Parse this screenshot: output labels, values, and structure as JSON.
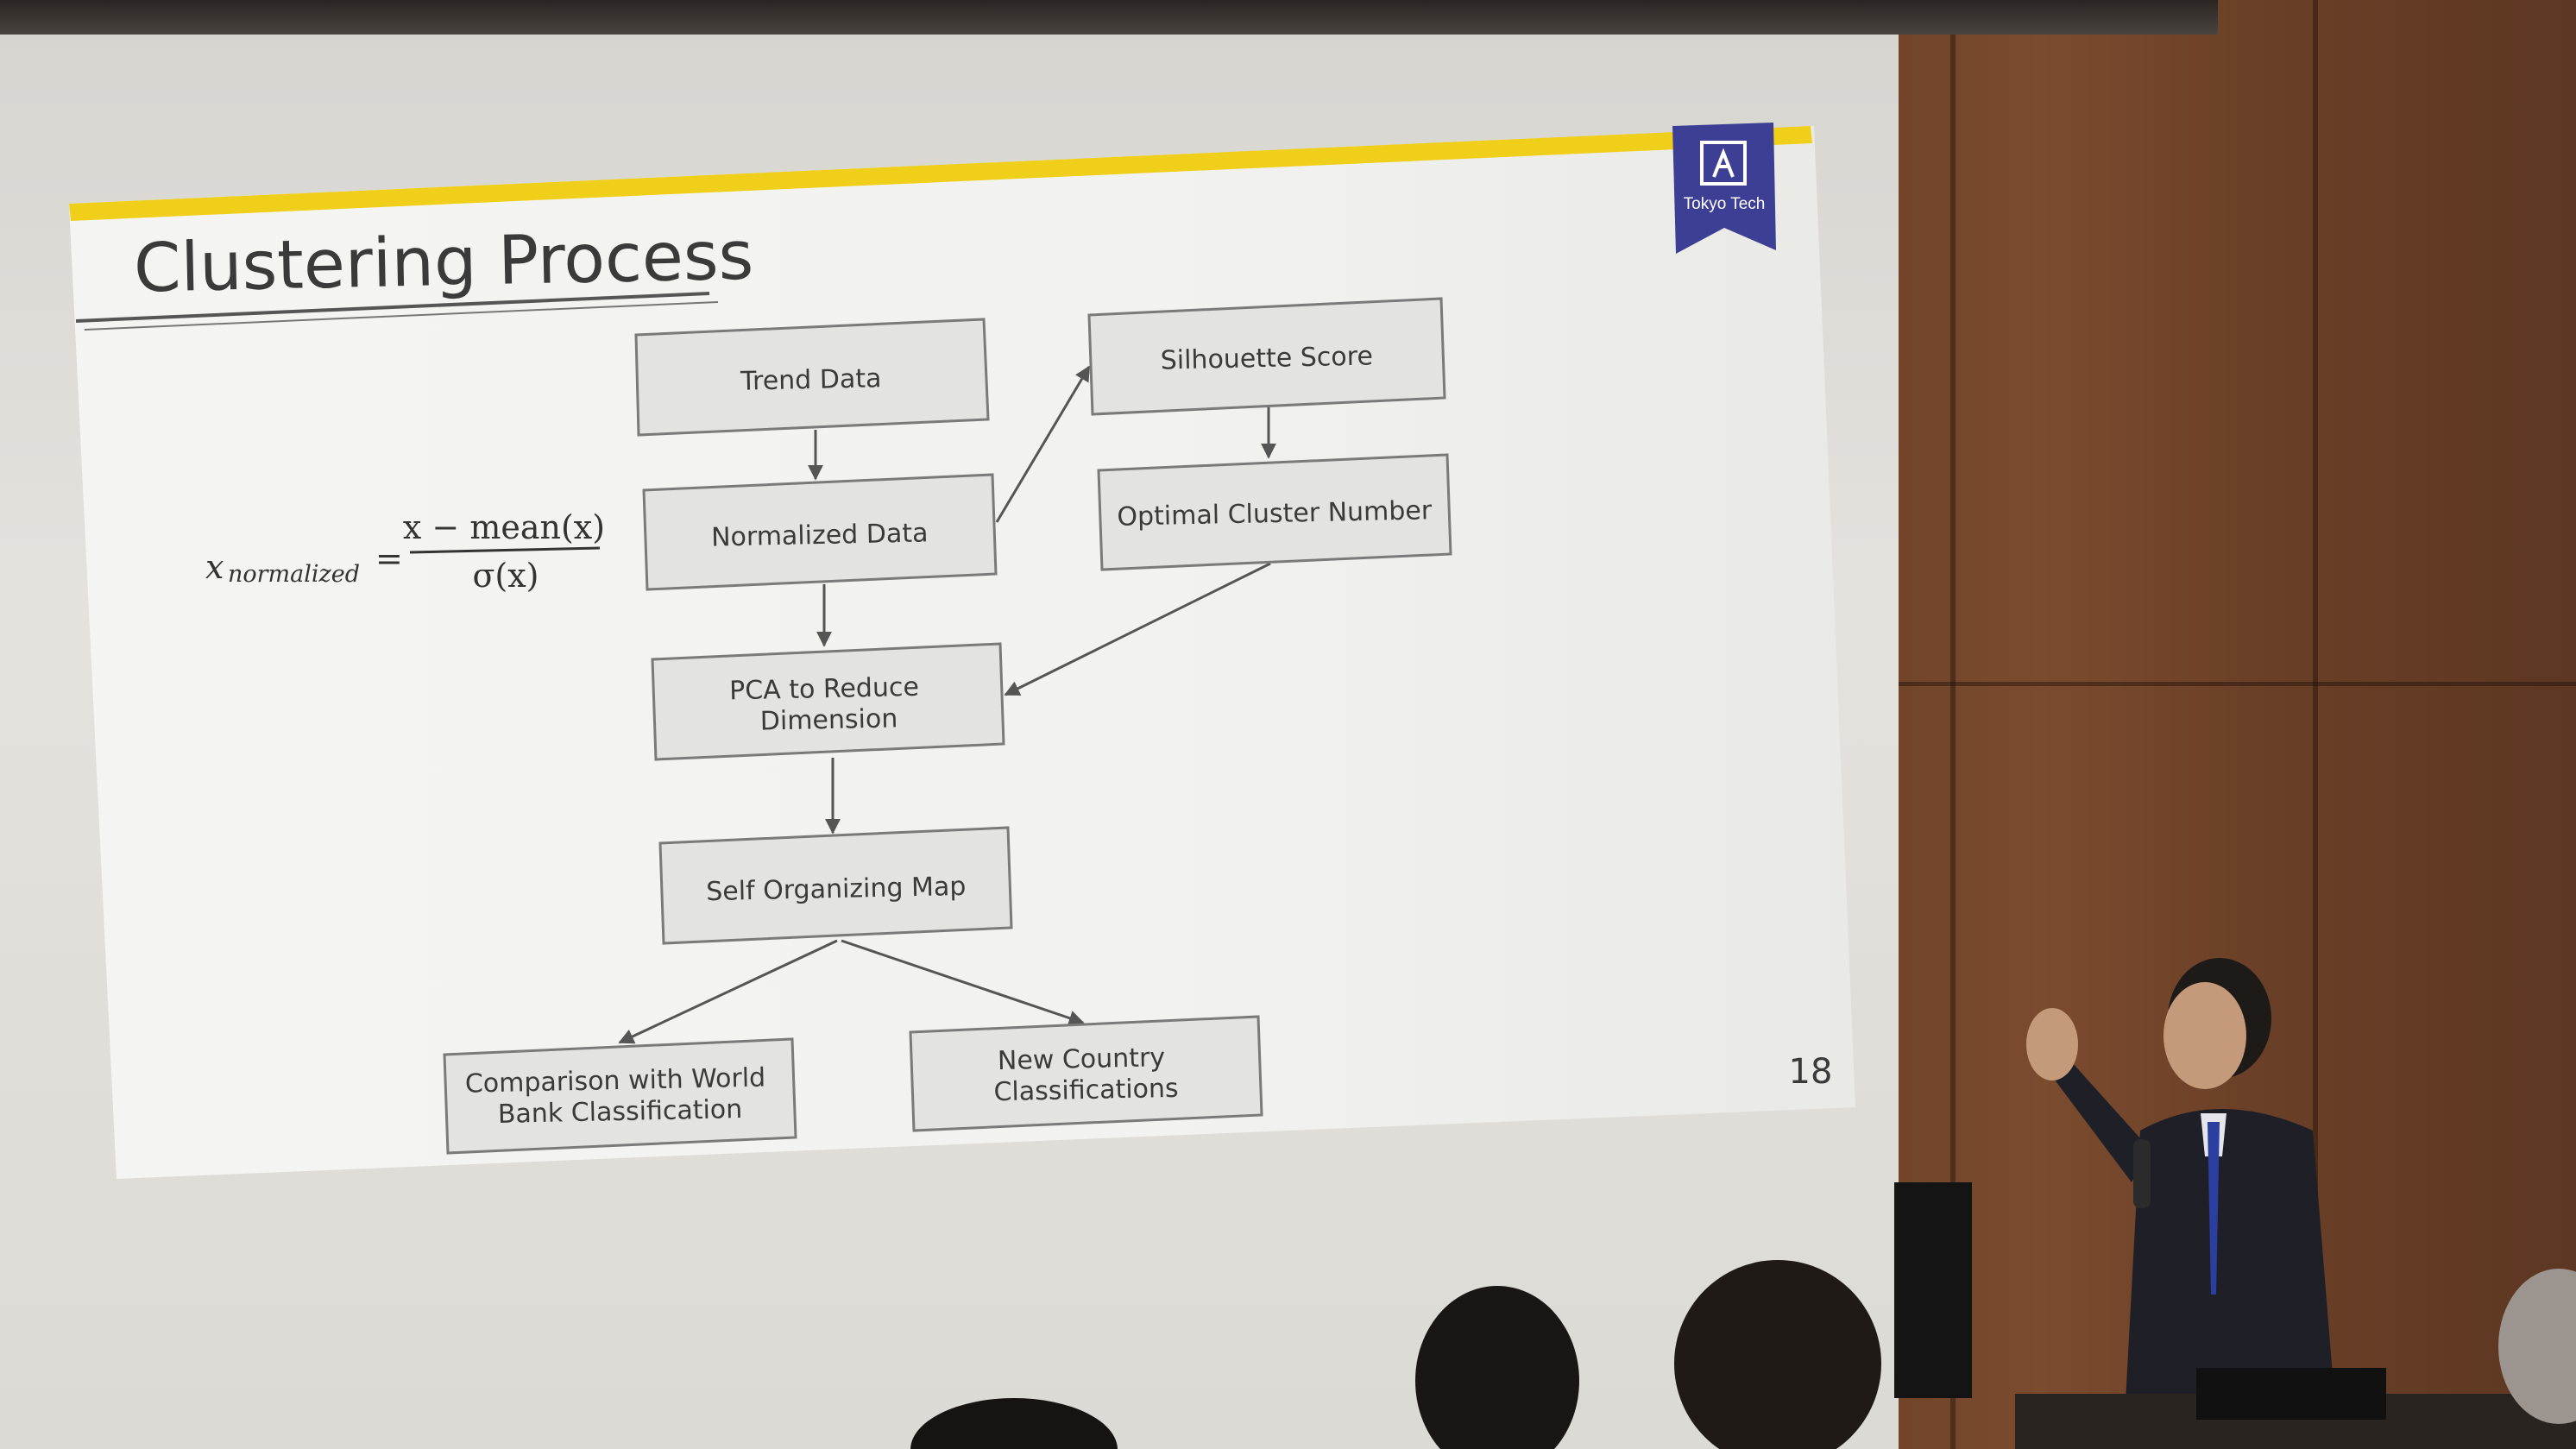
{
  "slide": {
    "title": "Clustering Process",
    "page_number": "18",
    "logo_text": "Tokyo Tech",
    "formula": {
      "lhs_var": "x",
      "lhs_sub": "normalized",
      "equals": "=",
      "numerator": "x − mean(x)",
      "denominator": "σ(x)"
    },
    "boxes": {
      "trend": [
        "Trend Data"
      ],
      "normalized": [
        "Normalized Data"
      ],
      "silhouette": [
        "Silhouette Score"
      ],
      "optimal": [
        "Optimal Cluster Number"
      ],
      "pca": [
        "PCA to Reduce",
        "Dimension"
      ],
      "som": [
        "Self Organizing Map"
      ],
      "comparison": [
        "Comparison with World",
        "Bank Classification"
      ],
      "new_class": [
        "New Country",
        "Classifications"
      ]
    }
  },
  "colors": {
    "slide_bg": "#f1f1ef",
    "accent_yellow": "#f0cf1a",
    "title_text": "#4a4a4a",
    "box_fill": "#e3e3e1",
    "box_stroke": "#7a7a7a",
    "logo_navy": "#3c3f94"
  }
}
